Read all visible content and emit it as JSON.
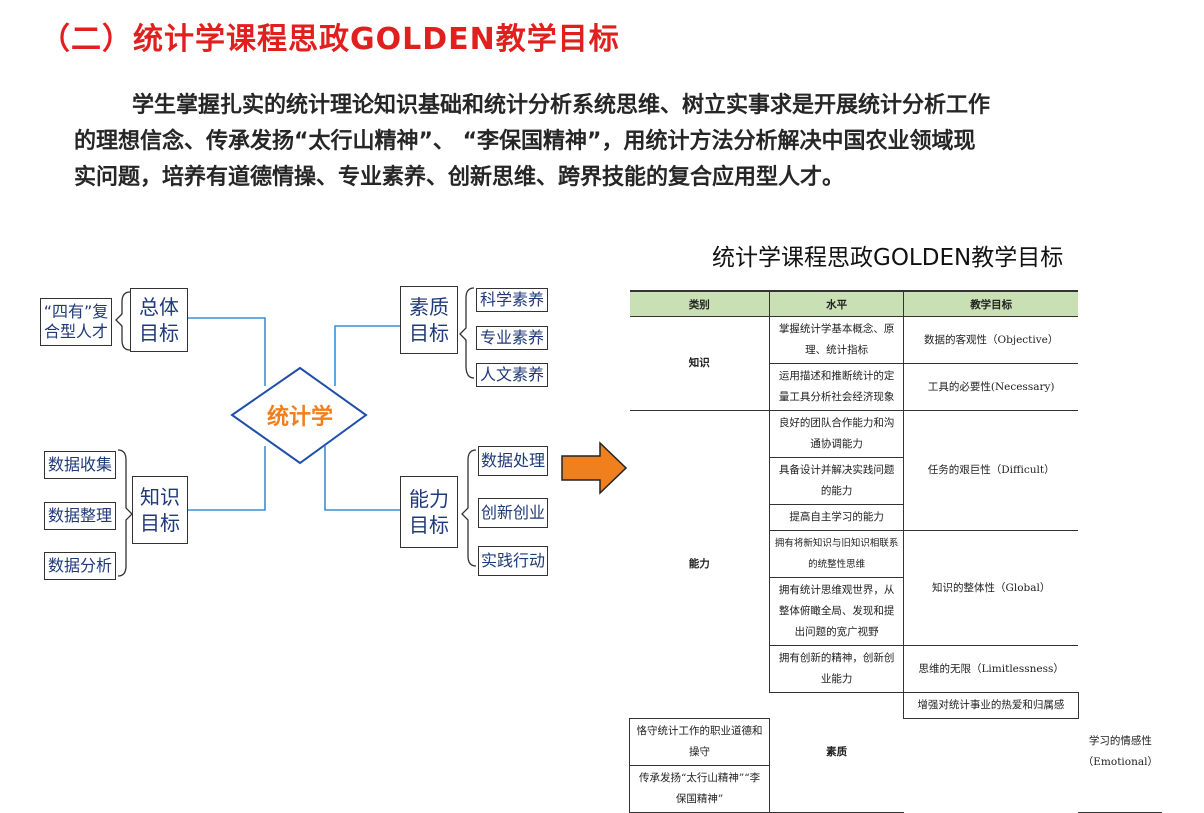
{
  "title": "（二）统计学课程思政GOLDEN教学目标",
  "paragraph": {
    "line1": "学生掌握扎实的统计理论知识基础和统计分析系统思维、树立实事求是开展统计分析工作",
    "line2": "的理想信念、传承发扬“太行山精神”、 “李保国精神”，用统计方法分析解决中国农业领域现",
    "line3": "实问题，培养有道德情操、专业素养、创新思维、跨界技能的复合应用型人才。"
  },
  "table_title": "统计学课程思政GOLDEN教学目标",
  "diagram": {
    "center": "统计学",
    "overall_goal": "总体\n目标",
    "overall_item": "“四有”复\n合型人才",
    "quality_goal": "素质\n目标",
    "quality_items": [
      "科学素养",
      "专业素养",
      "人文素养"
    ],
    "knowledge_goal": "知识\n目标",
    "knowledge_items": [
      "数据收集",
      "数据整理",
      "数据分析"
    ],
    "ability_goal": "能力\n目标",
    "ability_items": [
      "数据处理",
      "创新创业",
      "实践行动"
    ]
  },
  "table": {
    "headers": [
      "类别",
      "水平",
      "教学目标"
    ],
    "rows": [
      {
        "category": "知识",
        "levels": [
          "掌握统计学基本概念、原理、统计指标"
        ],
        "goal": "数据的客观性（Objective）"
      },
      {
        "category": "",
        "levels": [
          "运用描述和推断统计的定量工具分析社会经济现象"
        ],
        "goal": "工具的必要性(Necessary)"
      },
      {
        "category": "能力",
        "levels": [
          "良好的团队合作能力和沟通协调能力",
          "具备设计并解决实践问题的能力",
          "提高自主学习的能力"
        ],
        "goal": "任务的艰巨性（Difficult）"
      },
      {
        "category": "",
        "levels": [
          "拥有将新知识与旧知识相联系的统整性思维",
          "拥有统计思维观世界，从整体俯瞰全局、发现和提出问题的宽广视野"
        ],
        "goal": "知识的整体性（Global）"
      },
      {
        "category": "",
        "levels": [
          "拥有创新的精神，创新创业能力"
        ],
        "goal": "思维的无限（Limitlessness）"
      },
      {
        "category": "素质",
        "levels": [
          "增强对统计事业的热爱和归属感",
          "恪守统计工作的职业道德和操守",
          "传承发扬“太行山精神”“李保国精神”"
        ],
        "goal": "学习的情感性（Emotional）"
      }
    ]
  },
  "colors": {
    "title": "#e0201e",
    "accent_orange": "#f07f1e",
    "diagram_line": "#3a8fd6",
    "header_green": "#c8e0b4"
  }
}
